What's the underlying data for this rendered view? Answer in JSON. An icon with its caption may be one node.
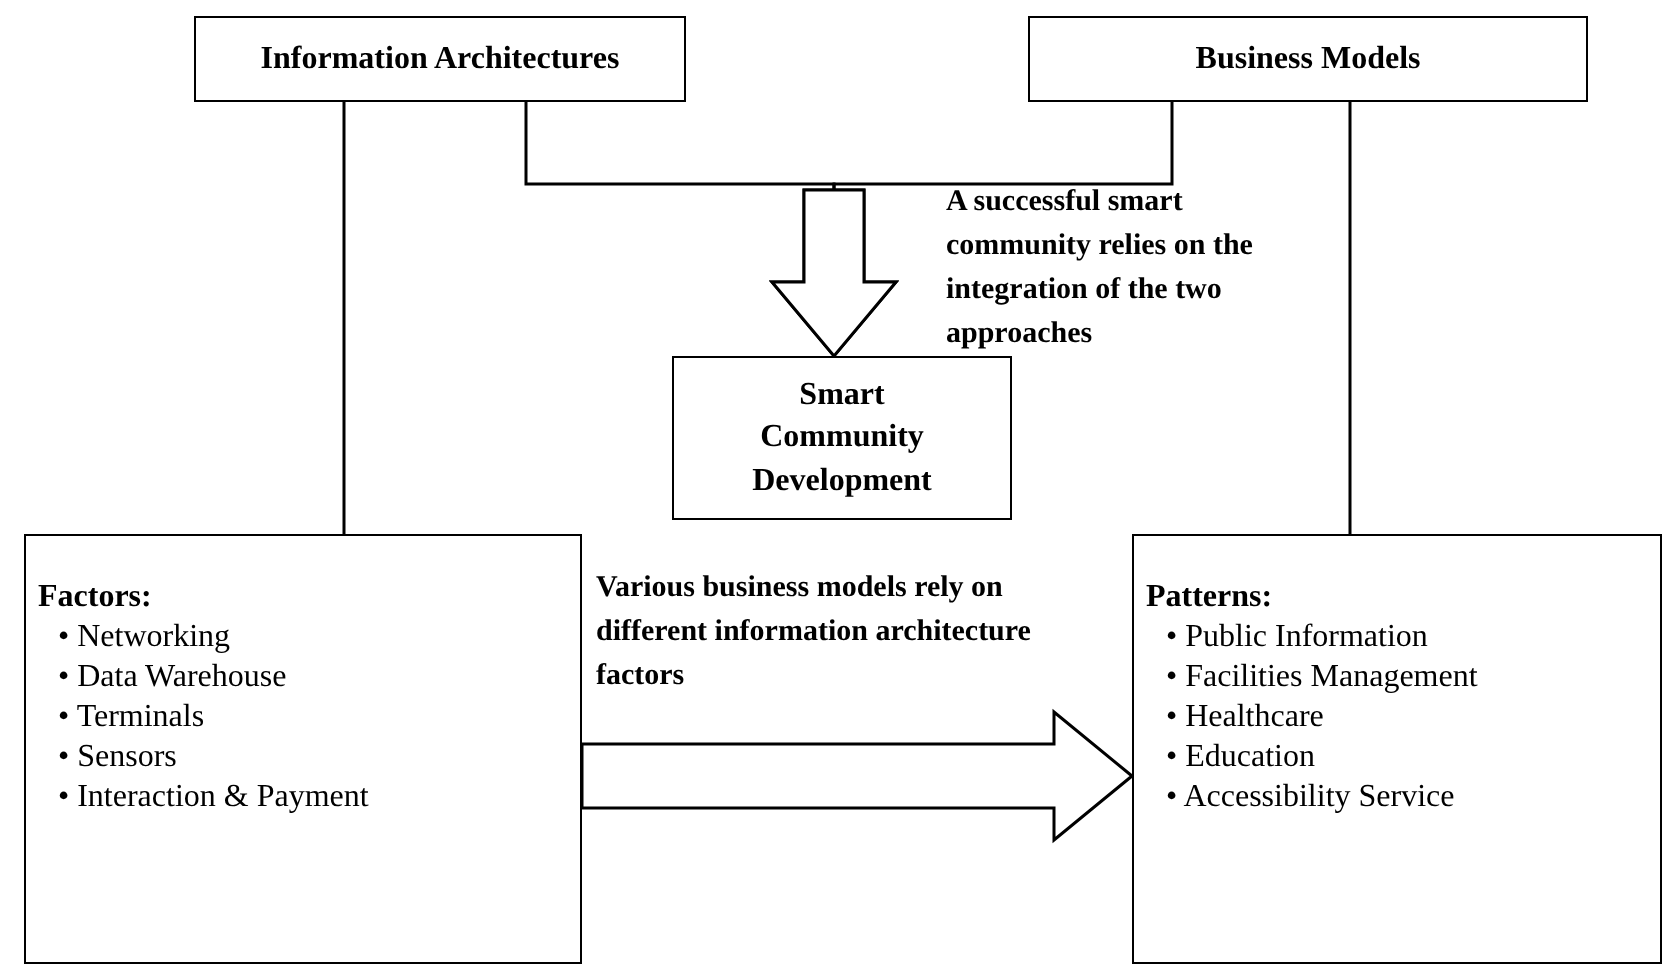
{
  "diagram": {
    "nodes": [
      {
        "text": [
          "Information Architectures"
        ]
      },
      {
        "text": [
          "Business Models"
        ]
      },
      {
        "text": [
          "Smart Community Development"
        ]
      },
      {
        "text": [
          "Factors:",
          "• Networking",
          "• Data Warehouse",
          "• Terminals",
          "• Sensors",
          "• Interaction & Payment"
        ]
      },
      {
        "text": [
          "Patterns:",
          "• Public Information",
          "• Facilities Management",
          "• Healthcare",
          "• Education",
          "• Accessibility Service"
        ]
      }
    ],
    "edges": [
      {
        "from": 0,
        "to": 3,
        "arrow": "none"
      },
      {
        "from": 1,
        "to": 4,
        "arrow": "none"
      },
      {
        "from": 0,
        "to": 2,
        "arrow": "to"
      },
      {
        "from": 1,
        "to": 2,
        "arrow": "to"
      },
      {
        "from": 3,
        "to": 4,
        "arrow": "to"
      }
    ],
    "labels": [
      "A successful smart community relies on the integration of the two approaches",
      "Various business models rely on different information architecture factors"
    ]
  }
}
